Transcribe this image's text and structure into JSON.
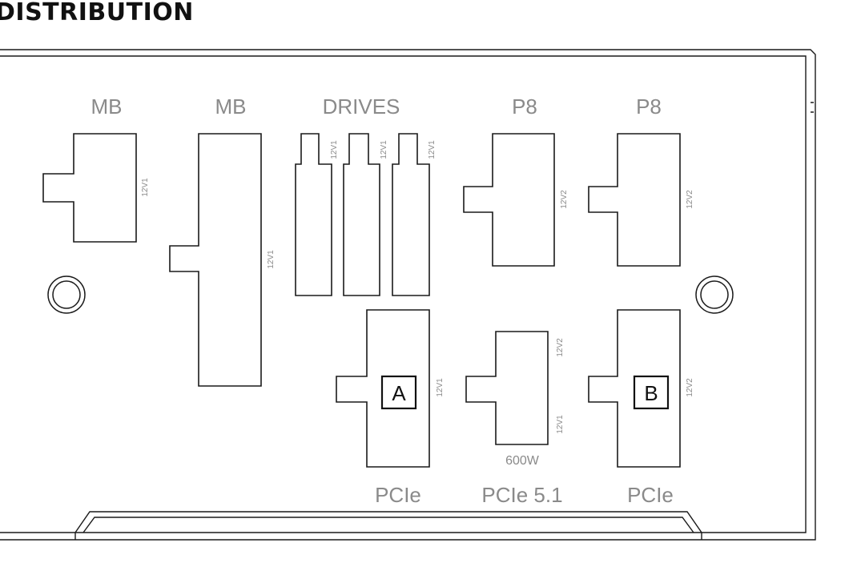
{
  "title": "DISTRIBUTION",
  "labels": {
    "mb_left": "MB",
    "mb_center": "MB",
    "drives": "DRIVES",
    "p8_left": "P8",
    "p8_right": "P8",
    "pcie_left": "PCIe",
    "pcie_center": "PCIe 5.1",
    "pcie_right": "PCIe",
    "watt": "600W"
  },
  "rails": {
    "mb_left": "12V1",
    "mb_center": "12V1",
    "drive_1": "12V1",
    "drive_2": "12V1",
    "drive_3": "12V1",
    "p8_left": "12V2",
    "p8_right": "12V2",
    "pcie_a": "12V1",
    "pcie_center_top": "12V2",
    "pcie_center_bottom": "12V1",
    "pcie_b": "12V2"
  },
  "badges": {
    "a": "A",
    "b": "B"
  }
}
